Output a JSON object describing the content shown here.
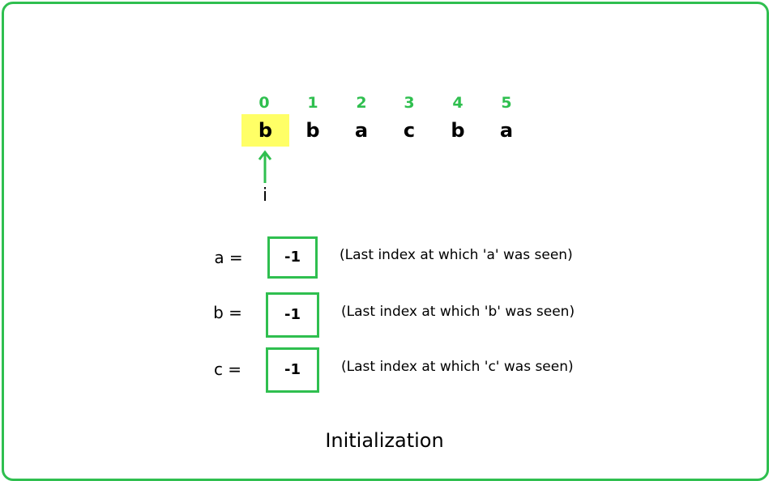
{
  "array": {
    "indices": [
      "0",
      "1",
      "2",
      "3",
      "4",
      "5"
    ],
    "chars": [
      "b",
      "b",
      "a",
      "c",
      "b",
      "a"
    ],
    "highlighted_index": 0
  },
  "pointer": {
    "label": "i"
  },
  "variables": [
    {
      "label": "a =",
      "value": "-1",
      "note": "(Last index at which 'a' was seen)"
    },
    {
      "label": "b =",
      "value": "-1",
      "note": "(Last index at which 'b' was seen)"
    },
    {
      "label": "c =",
      "value": "-1",
      "note": "(Last index at which 'c' was seen)"
    }
  ],
  "caption": "Initialization",
  "colors": {
    "accent": "#2fbf4f",
    "highlight": "#ffff66"
  }
}
